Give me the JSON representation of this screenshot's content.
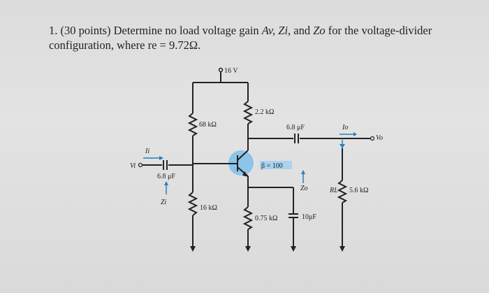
{
  "question": {
    "number": "1.",
    "points": "(30 points)",
    "text_a": "Determine no load voltage gain",
    "av": "Av,",
    "zi": "Zi,",
    "and": "and",
    "zo": "Zo",
    "text_b": "for the voltage-divider configuration, where",
    "re_label": "re",
    "re_value": "= 9.72Ω."
  },
  "circuit": {
    "vcc": "16 V",
    "r1": "68 kΩ",
    "r2": "16 kΩ",
    "rc": "2.2 kΩ",
    "re_resistor": "0.75 kΩ",
    "c_out": "6.8 μF",
    "c_in": "6.8 μF",
    "c_e": "10μF",
    "beta": "β = 100",
    "rl_name": "RL",
    "rl_value": "5.6 kΩ",
    "vi": "Vi",
    "vo": "Vo",
    "ii": "Ii",
    "io": "Io",
    "zi": "Zi",
    "zo": "Zo"
  },
  "colors": {
    "transistor_highlight": "#8cc4ea",
    "arrow_blue": "#2a7fbf",
    "wire": "#222222"
  }
}
